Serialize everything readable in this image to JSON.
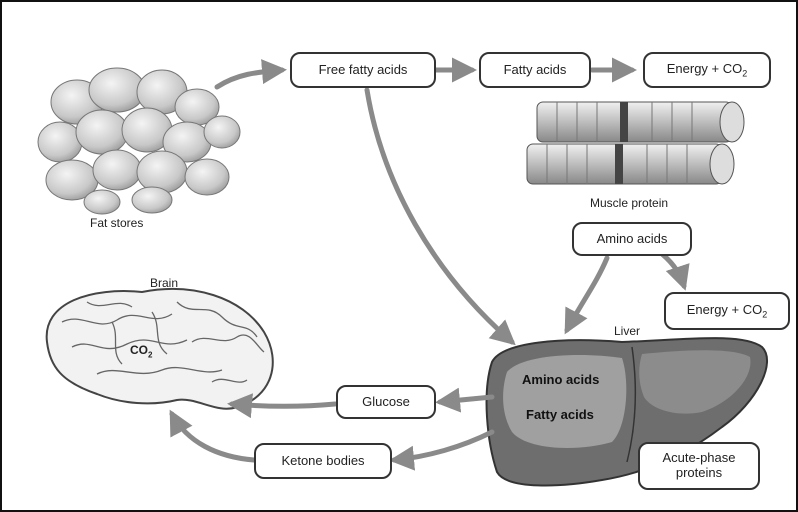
{
  "nodes": {
    "free_fatty_acids": "Free fatty acids",
    "fatty_acids": "Fatty acids",
    "energy_top": "Energy + CO",
    "amino_acids": "Amino acids",
    "energy_right": "Energy + CO",
    "glucose": "Glucose",
    "ketone_bodies": "Ketone bodies",
    "acute_phase": "Acute-phase proteins"
  },
  "subscript_two": "2",
  "labels": {
    "fat_stores": "Fat stores",
    "muscle_protein": "Muscle protein",
    "brain": "Brain",
    "brain_co2": "CO",
    "liver": "Liver",
    "liver_amino": "Amino acids",
    "liver_fatty": "Fatty acids"
  }
}
